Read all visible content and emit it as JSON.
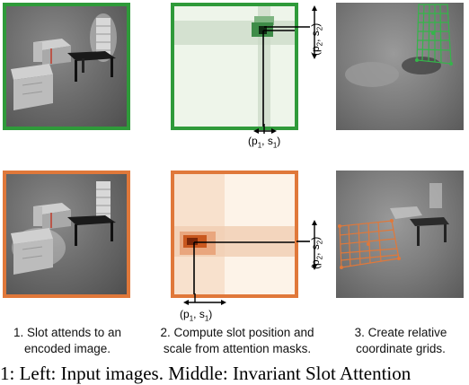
{
  "colors": {
    "green": "#2f9a3a",
    "orange": "#e0783a",
    "dark_green": "#1f5e27",
    "dark_orange": "#8a2f0a"
  },
  "row_top": {
    "coord_horizontal": {
      "var": "p",
      "sub1": "1",
      "var2": "s",
      "sub2": "1"
    },
    "coord_vertical": {
      "var": "p",
      "sub1": "2",
      "var2": "s",
      "sub2": "2"
    }
  },
  "row_bottom": {
    "coord_horizontal": {
      "var": "p",
      "sub1": "1",
      "var2": "s",
      "sub2": "1"
    },
    "coord_vertical": {
      "var": "p",
      "sub1": "2",
      "var2": "s",
      "sub2": "2"
    }
  },
  "captions": {
    "step1": [
      "1. Slot attends to an",
      "encoded image."
    ],
    "step2": [
      "2. Compute slot position and",
      "scale from attention masks."
    ],
    "step3": [
      "3. Create relative",
      "coordinate grids."
    ]
  },
  "footer_text": "1: Left: Input images. Middle: Invariant Slot Attention"
}
